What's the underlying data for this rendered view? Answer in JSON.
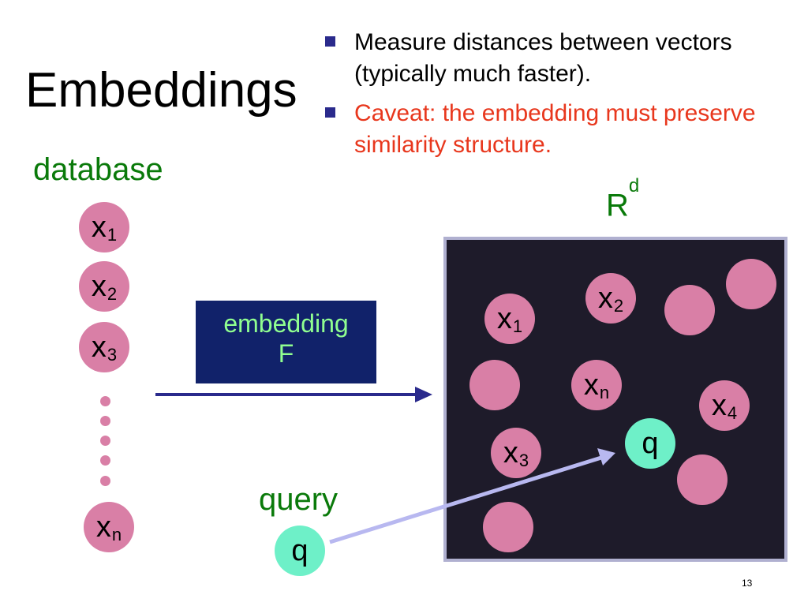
{
  "slide": {
    "title": "Embeddings",
    "bullets": [
      {
        "text": "Measure distances between vectors (typically much faster).",
        "color": "#000000"
      },
      {
        "text": "Caveat: the embedding must preserve similarity structure.",
        "color": "#e8371d"
      }
    ],
    "page_number": "13"
  },
  "database": {
    "label": "database",
    "items": [
      {
        "base": "x",
        "sub": "1"
      },
      {
        "base": "x",
        "sub": "2"
      },
      {
        "base": "x",
        "sub": "3"
      },
      {
        "base": "x",
        "sub": "n"
      }
    ]
  },
  "embedding": {
    "line1": "embedding",
    "line2": "F"
  },
  "space": {
    "label_base": "R",
    "label_sup": "d"
  },
  "space_points": [
    {
      "base": "x",
      "sub": "1"
    },
    {
      "base": "x",
      "sub": "2"
    },
    {
      "base": "x",
      "sub": "n"
    },
    {
      "base": "x",
      "sub": "4"
    },
    {
      "base": "x",
      "sub": "3"
    },
    {
      "base": "q",
      "sub": ""
    }
  ],
  "query": {
    "label": "query",
    "symbol": "q"
  },
  "colors": {
    "point": "#d97fa6",
    "query_point": "#6ef0c8",
    "label_green": "#0a7a0a",
    "caveat_red": "#e8371d",
    "embed_box": "#11226a"
  }
}
